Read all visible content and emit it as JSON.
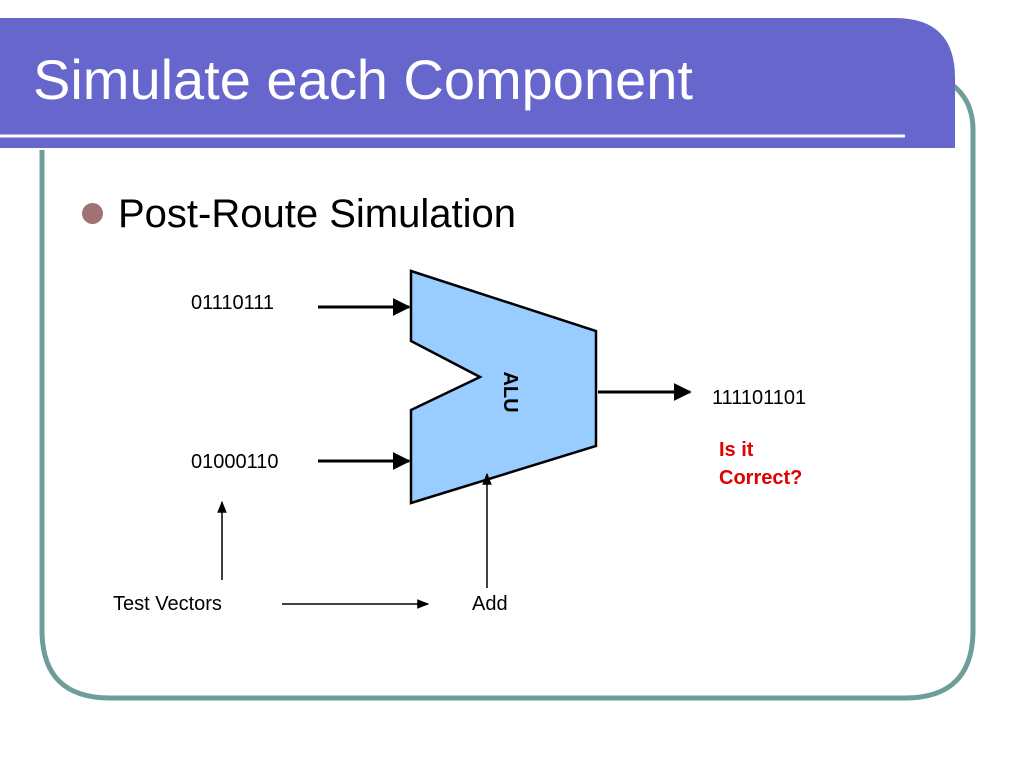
{
  "slide": {
    "title": "Simulate each Component",
    "bullet": "Post-Route Simulation"
  },
  "diagram": {
    "input_a": "01110111",
    "input_b": "01000110",
    "alu_label": "ALU",
    "output": "111101101",
    "question_line1": "Is it",
    "question_line2": "Correct?",
    "test_vectors_label": "Test Vectors",
    "op_label": "Add"
  },
  "colors": {
    "title_band": "#6666cc",
    "frame_border": "#6e9e9a",
    "alu_fill": "#99ccff",
    "question": "#e00000",
    "bullet_dot": "#a07272"
  }
}
